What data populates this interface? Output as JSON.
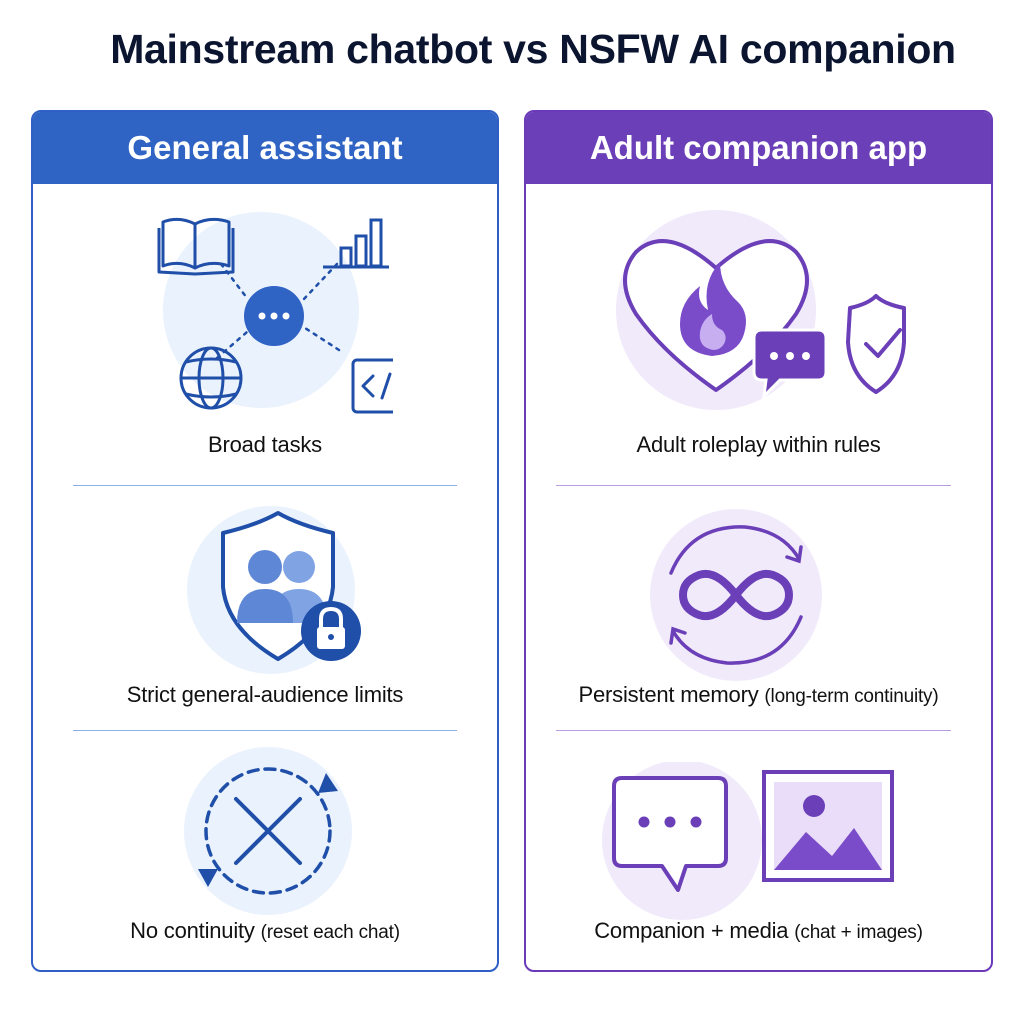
{
  "title": "Mainstream chatbot vs NSFW AI companion",
  "left_panel": {
    "header": "General assistant",
    "rows": [
      {
        "caption": "Broad tasks",
        "icons": [
          "book-icon",
          "bar-chart-icon",
          "chat-bubble-icon",
          "globe-icon",
          "code-icon"
        ]
      },
      {
        "caption": "Strict general-audience limits",
        "icons": [
          "shield-icon",
          "users-icon",
          "lock-icon"
        ]
      },
      {
        "caption_main": "No continuity ",
        "caption_small": "(reset each chat)",
        "icons": [
          "reset-cycle-icon",
          "close-icon"
        ]
      }
    ]
  },
  "right_panel": {
    "header": "Adult companion app",
    "rows": [
      {
        "caption": "Adult roleplay within rules",
        "icons": [
          "heart-icon",
          "flame-icon",
          "chat-bubble-icon",
          "shield-check-icon"
        ]
      },
      {
        "caption_main": "Persistent memory ",
        "caption_small": "(long-term continuity)",
        "icons": [
          "infinity-icon",
          "cycle-arrows-icon"
        ]
      },
      {
        "caption_main": "Companion + media ",
        "caption_small": "(chat + images)",
        "icons": [
          "chat-bubble-icon",
          "image-icon"
        ]
      }
    ]
  },
  "colors": {
    "blue_accent": "#2f63c4",
    "purple_accent": "#6a3fb8",
    "blue_tint": "#eaf2fd",
    "purple_tint": "#f1eafb"
  }
}
